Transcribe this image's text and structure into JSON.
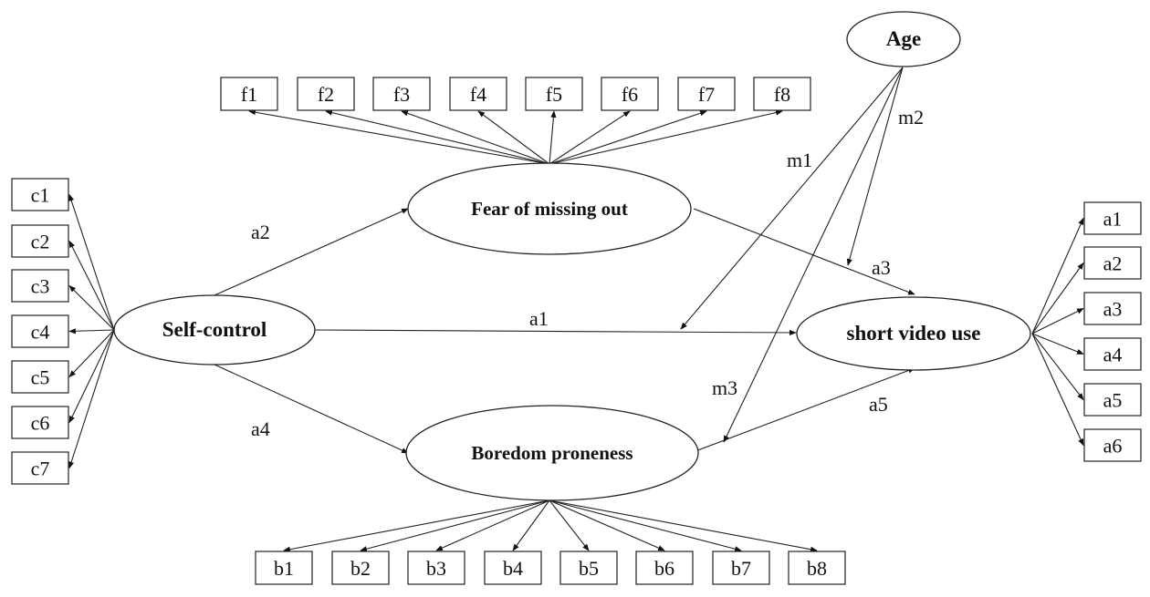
{
  "diagram": {
    "type": "structural-equation-model",
    "latent": {
      "self_control": "Self-control",
      "fomo": "Fear of missing out",
      "boredom": "Boredom proneness",
      "svu": "short video use",
      "age": "Age"
    },
    "indicators": {
      "self_control": [
        "c1",
        "c2",
        "c3",
        "c4",
        "c5",
        "c6",
        "c7"
      ],
      "fomo": [
        "f1",
        "f2",
        "f3",
        "f4",
        "f5",
        "f6",
        "f7",
        "f8"
      ],
      "boredom": [
        "b1",
        "b2",
        "b3",
        "b4",
        "b5",
        "b6",
        "b7",
        "b8"
      ],
      "svu": [
        "a1",
        "a2",
        "a3",
        "a4",
        "a5",
        "a6"
      ]
    },
    "paths": {
      "a1": "a1",
      "a2": "a2",
      "a3": "a3",
      "a4": "a4",
      "a5": "a5",
      "m1": "m1",
      "m2": "m2",
      "m3": "m3"
    },
    "edges": [
      {
        "from": "Self-control",
        "to": "short video use",
        "label": "a1"
      },
      {
        "from": "Self-control",
        "to": "Fear of missing out",
        "label": "a2"
      },
      {
        "from": "Fear of missing out",
        "to": "short video use",
        "label": "a3"
      },
      {
        "from": "Self-control",
        "to": "Boredom proneness",
        "label": "a4"
      },
      {
        "from": "Boredom proneness",
        "to": "short video use",
        "label": "a5"
      },
      {
        "from": "Age",
        "to": "path a1",
        "label": "m1"
      },
      {
        "from": "Age",
        "to": "path a3",
        "label": "m2"
      },
      {
        "from": "Age",
        "to": "path a5",
        "label": "m3"
      }
    ]
  }
}
